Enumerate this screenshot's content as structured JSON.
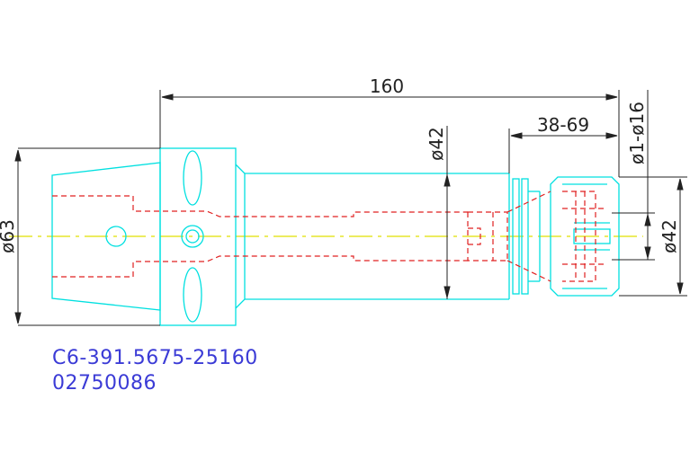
{
  "dimensions": {
    "overall_length": "160",
    "clamping_range": "38-69",
    "shank_diameter": "ø42",
    "collet_range": "ø1-ø16",
    "nose_diameter": "ø42",
    "flange_diameter": "ø63"
  },
  "caption": {
    "part_number": "C6-391.5675-25160",
    "code": "02750086"
  },
  "colors": {
    "outline": "#00e0e0",
    "hidden": "#e02020",
    "centerline": "#e0e000",
    "dimension": "#222222",
    "caption": "#3b3bd6"
  }
}
